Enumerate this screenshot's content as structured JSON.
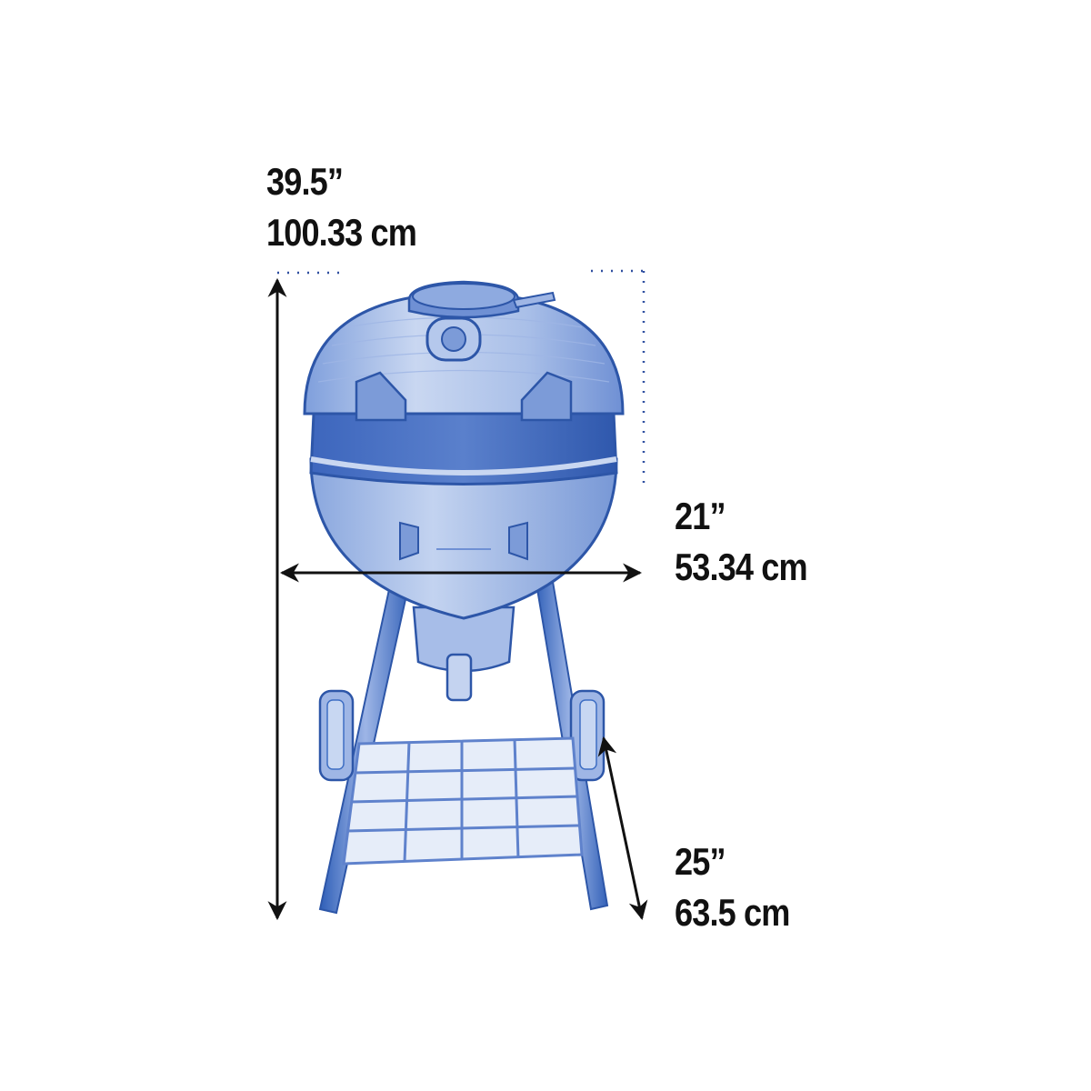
{
  "dimensions": {
    "height": {
      "imperial": "39.5”",
      "metric": "100.33 cm"
    },
    "width": {
      "imperial": "21”",
      "metric": "53.34 cm"
    },
    "depth": {
      "imperial": "25”",
      "metric": "63.5 cm"
    }
  },
  "colors": {
    "grill_tint": "#3f6fc4",
    "grill_light": "#c7d6f2",
    "grill_dark": "#2d56a8",
    "arrow": "#111111",
    "dotted_guide": "#2f4fa0"
  }
}
